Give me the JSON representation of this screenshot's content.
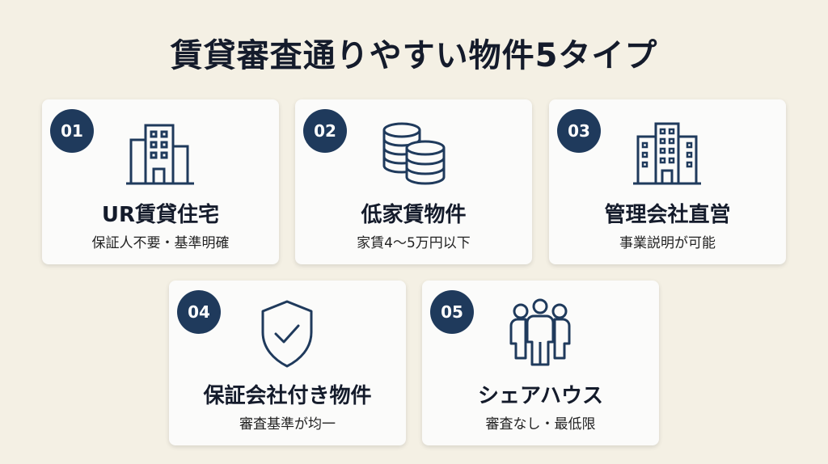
{
  "title": "賃貸審査通りやすい物件5タイプ",
  "colors": {
    "background": "#f4f0e4",
    "accent": "#1f3a5c",
    "card": "#fbfbfa"
  },
  "cards": [
    {
      "number": "01",
      "name": "UR賃貸住宅",
      "description": "保証人不要・基準明確",
      "icon": "building-icon"
    },
    {
      "number": "02",
      "name": "低家賃物件",
      "description": "家賃4〜5万円以下",
      "icon": "coins-icon"
    },
    {
      "number": "03",
      "name": "管理会社直営",
      "description": "事業説明が可能",
      "icon": "office-building-icon"
    },
    {
      "number": "04",
      "name": "保証会社付き物件",
      "description": "審査基準が均一",
      "icon": "shield-check-icon"
    },
    {
      "number": "05",
      "name": "シェアハウス",
      "description": "審査なし・最低限",
      "icon": "people-group-icon"
    }
  ]
}
